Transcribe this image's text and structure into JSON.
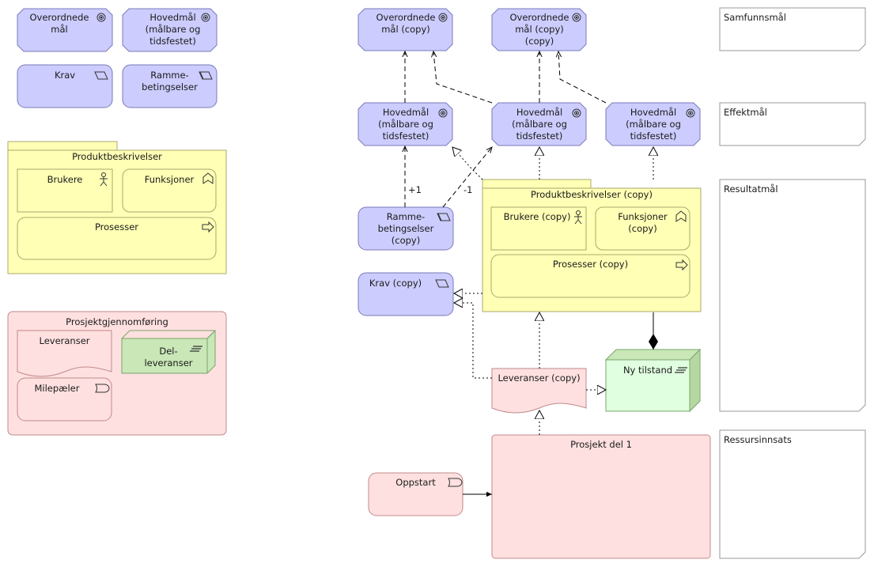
{
  "legend": {
    "overordnede_mal": "Overordnede\nmål",
    "hovedmal": "Hovedmål\n(målbare og\ntidsfestet)",
    "krav": "Krav",
    "rammebetingelser": "Ramme-\nbetingselser"
  },
  "produktbeskrivelser": {
    "title": "Produktbeskrivelser",
    "brukere": "Brukere",
    "funksjoner": "Funksjoner",
    "prosesser": "Prosesser"
  },
  "prosjektgjennomforing": {
    "title": "Prosjektgjennomføring",
    "leveranser": "Leveranser",
    "delleveranser": "Del-\nleveranser",
    "milepaeler": "Milepæler"
  },
  "diagram": {
    "overordnede_copy": "Overordnede\nmål (copy)",
    "overordnede_copy_copy": "Overordnede\nmål (copy)\n(copy)",
    "hovedmal_a": "Hovedmål\n(målbare og\ntidsfestet)",
    "hovedmal_b": "Hovedmål\n(målbare og\ntidsfestet)",
    "hovedmal_c": "Hovedmål\n(målbare og\ntidsfestet)",
    "rammebetingelser_copy": "Ramme-\nbetingselser\n(copy)",
    "krav_copy": "Krav (copy)",
    "produktbeskrivelser_copy": "Produktbeskrivelser (copy)",
    "brukere_copy": "Brukere (copy)",
    "funksjoner_copy": "Funksjoner\n(copy)",
    "prosesser_copy": "Prosesser (copy)",
    "leveranser_copy": "Leveranser (copy)",
    "ny_tilstand": "Ny tilstand",
    "prosjekt_del_1": "Prosjekt del 1",
    "oppstart": "Oppstart",
    "influence_plus": "+1",
    "influence_minus": "-1"
  },
  "levels": {
    "samfunnsmal": "Samfunnsmål",
    "effektmal": "Effektmål",
    "resultatmal": "Resultatmål",
    "ressursinnsats": "Ressursinnsats"
  },
  "colors": {
    "motivation": "#ccccff",
    "business": "#ffffb5",
    "implementation": "#ffe0e0",
    "technology": "#c9e7b7",
    "note": "#ffffff"
  }
}
